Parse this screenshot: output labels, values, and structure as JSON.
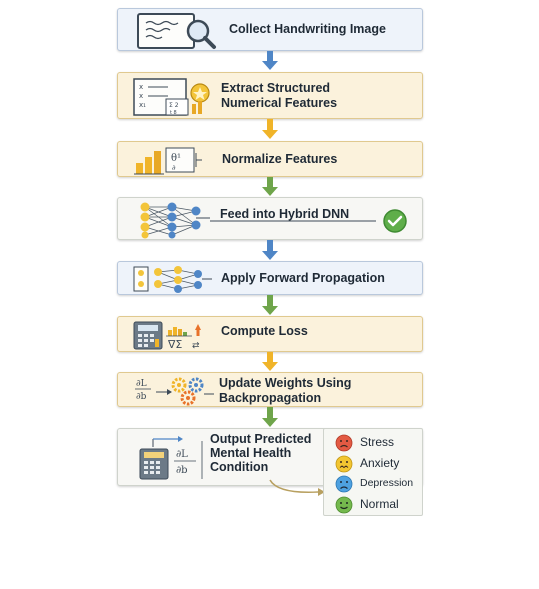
{
  "steps": [
    {
      "label": "Collect Handwriting Image",
      "icon": "clipboard-magnifier-icon"
    },
    {
      "label_lines": [
        "Extract Structured",
        "Numerical Features"
      ],
      "icon": "feature-table-icon"
    },
    {
      "label": "Normalize Features",
      "icon": "bar-formula-icon"
    },
    {
      "label": "Feed into Hybrid DNN",
      "icon": "neural-network-icon"
    },
    {
      "label": "Apply Forward Propagation",
      "icon": "forward-network-icon"
    },
    {
      "label": "Compute Loss",
      "icon": "calculator-chart-icon"
    },
    {
      "label_lines": [
        "Update Weights Using",
        "Backpropagation"
      ],
      "icon": "gears-gradient-icon"
    },
    {
      "label_lines": [
        "Output Predicted",
        "Mental Health",
        "Condition"
      ],
      "icon": "calculator-gradient-icon"
    }
  ],
  "formula": {
    "normalize": "θ¹",
    "loss_symbols": "∇Σ",
    "grad_top": "∂L",
    "grad_bottom": "∂b"
  },
  "classes": [
    {
      "name": "Stress",
      "color": "#e35a43"
    },
    {
      "name": "Anxiety",
      "color": "#f2c531"
    },
    {
      "name": "Depression",
      "color": "#4ea1e0"
    },
    {
      "name": "Normal",
      "color": "#74b94d"
    }
  ],
  "colors": {
    "arrow_blue": "#4f86c6",
    "arrow_gold": "#f0b429",
    "arrow_green": "#6fa54b"
  }
}
